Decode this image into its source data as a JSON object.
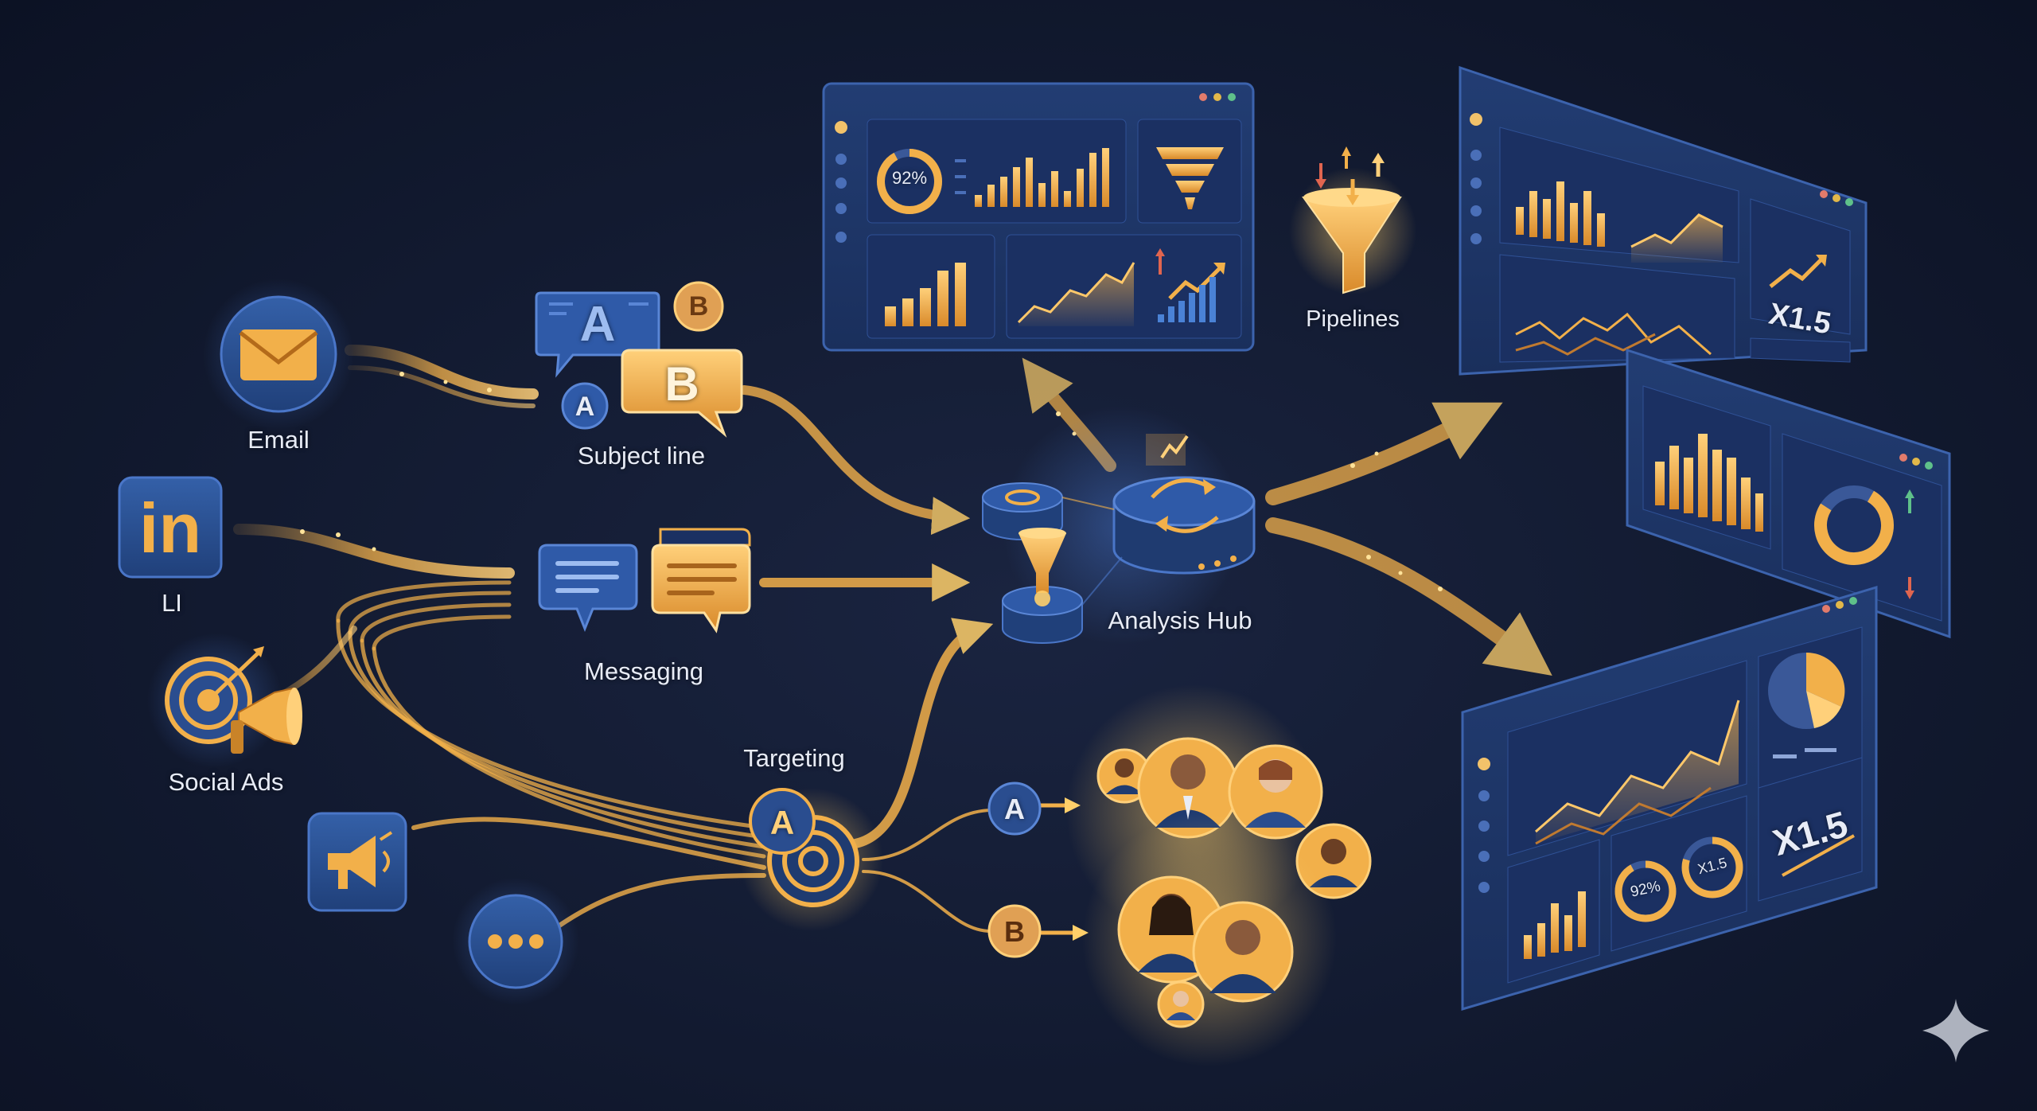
{
  "channels": {
    "email": "Email",
    "linkedin": "LI",
    "social_ads": "Social Ads"
  },
  "variants": {
    "subject_line": "Subject line",
    "messaging": "Messaging",
    "targeting": "Targeting"
  },
  "hub": {
    "label": "Analysis Hub"
  },
  "pipelines": {
    "label": "Pipelines"
  },
  "badges": {
    "a": "A",
    "b": "B",
    "linkedin_logo": "in"
  },
  "metrics": {
    "donut_pct": "92%",
    "multiplier": "X1.5",
    "multiplier_small": "X1.5"
  },
  "colors": {
    "gold": "#f2b04a",
    "gold_light": "#ffd07a",
    "panel_blue": "#1d3566",
    "icon_blue": "#2a4d8f",
    "background": "#121a30"
  }
}
